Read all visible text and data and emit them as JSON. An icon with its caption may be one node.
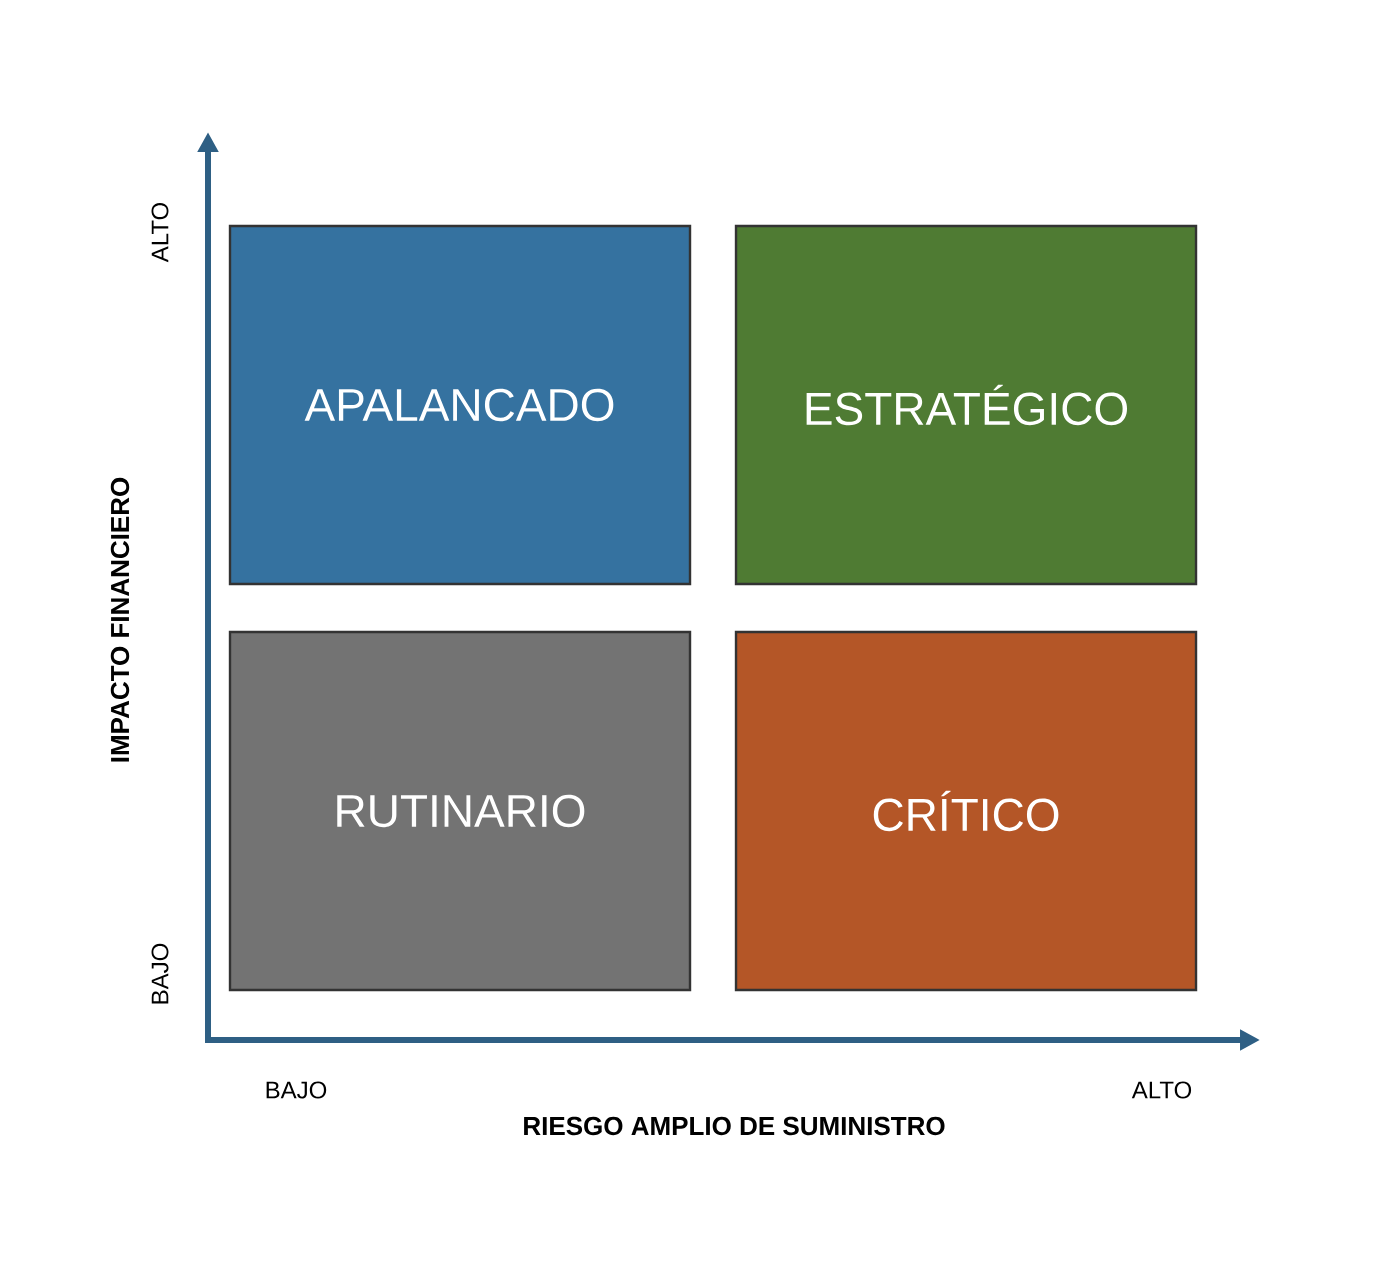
{
  "diagram": {
    "nodes": [
      {
        "text": [
          "APALANCADO"
        ]
      },
      {
        "text": [
          "ESTRATÉGICO"
        ]
      },
      {
        "text": [
          "RUTINARIO"
        ]
      },
      {
        "text": [
          "CRÍTICO"
        ]
      }
    ],
    "edges": [],
    "labels": [
      "ALTO",
      "IMPACTO FINANCIERO",
      "BAJO",
      "BAJO",
      "ALTO",
      "RIESGO AMPLIO DE SUMINISTRO"
    ]
  }
}
